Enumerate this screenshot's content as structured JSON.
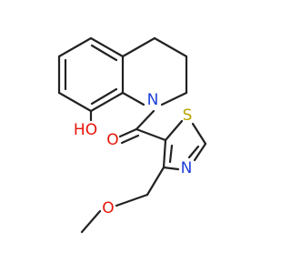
{
  "molecule": {
    "atoms": {
      "hydroxyl": "HO",
      "ring_nitrogen": "N",
      "carbonyl_oxygen": "O",
      "thiazole_sulfur": "S",
      "thiazole_nitrogen": "N",
      "ether_oxygen": "O"
    },
    "colors": {
      "bond": "#222222",
      "oxygen": "#e8150a",
      "nitrogen": "#1f3fd6",
      "sulfur": "#b8a400"
    }
  }
}
